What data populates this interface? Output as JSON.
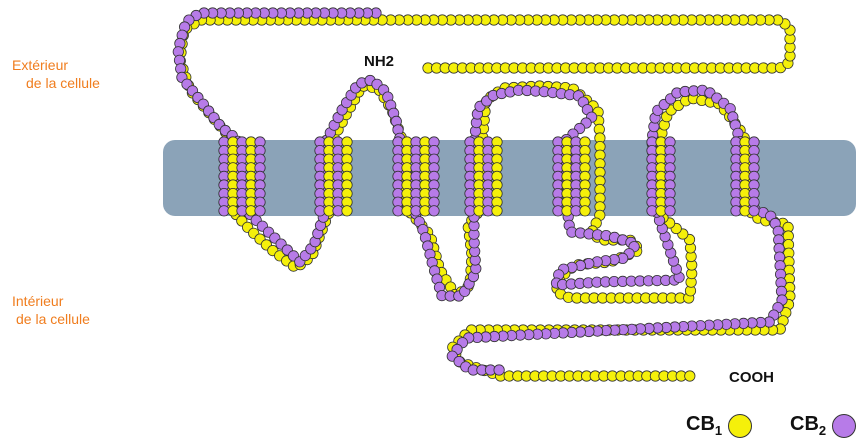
{
  "labels": {
    "exterieur_line1": "Extérieur",
    "exterieur_line2": "de la cellule",
    "interieur_line1": "Intérieur",
    "interieur_line2": "de la cellule",
    "n_terminus": "NH2",
    "c_terminus": "COOH"
  },
  "legend": {
    "cb1_label": "CB",
    "cb1_sub": "1",
    "cb2_label": "CB",
    "cb2_sub": "2"
  },
  "colors": {
    "cb1": "#f5f00a",
    "cb2": "#b77be8",
    "membrane": "#8ba3b8",
    "bead_outline": "#333333",
    "region_label": "#f07d1e"
  }
}
